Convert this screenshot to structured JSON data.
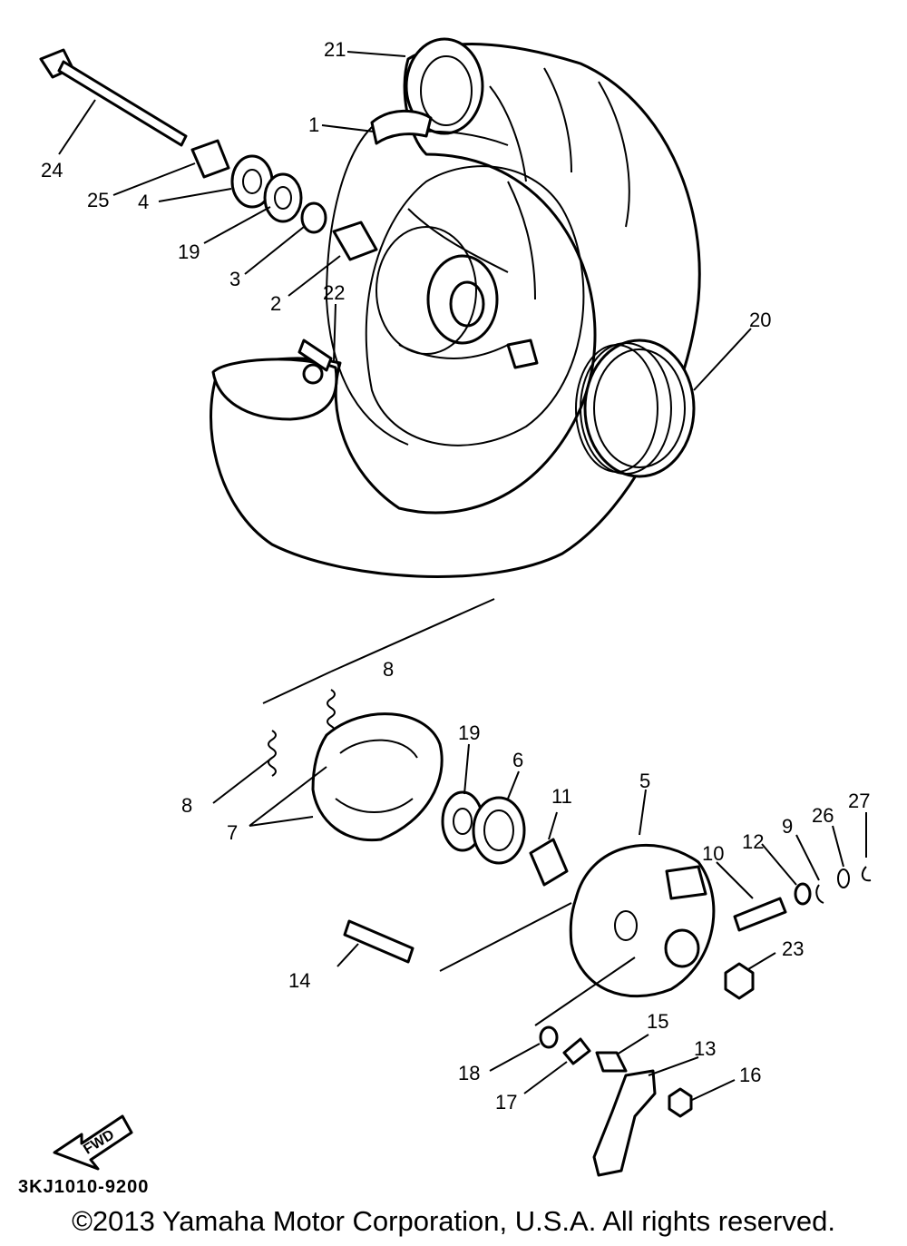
{
  "diagram": {
    "callouts": [
      {
        "id": "c21",
        "text": "21"
      },
      {
        "id": "c1",
        "text": "1"
      },
      {
        "id": "c24",
        "text": "24"
      },
      {
        "id": "c25",
        "text": "25"
      },
      {
        "id": "c4",
        "text": "4"
      },
      {
        "id": "c19a",
        "text": "19"
      },
      {
        "id": "c3",
        "text": "3"
      },
      {
        "id": "c2",
        "text": "2"
      },
      {
        "id": "c22",
        "text": "22"
      },
      {
        "id": "c20",
        "text": "20"
      },
      {
        "id": "c8a",
        "text": "8"
      },
      {
        "id": "c8b",
        "text": "8"
      },
      {
        "id": "c19b",
        "text": "19"
      },
      {
        "id": "c6",
        "text": "6"
      },
      {
        "id": "c11",
        "text": "11"
      },
      {
        "id": "c5",
        "text": "5"
      },
      {
        "id": "c7",
        "text": "7"
      },
      {
        "id": "c9",
        "text": "9"
      },
      {
        "id": "c26",
        "text": "26"
      },
      {
        "id": "c27",
        "text": "27"
      },
      {
        "id": "c12",
        "text": "12"
      },
      {
        "id": "c10",
        "text": "10"
      },
      {
        "id": "c23",
        "text": "23"
      },
      {
        "id": "c14",
        "text": "14"
      },
      {
        "id": "c15",
        "text": "15"
      },
      {
        "id": "c13",
        "text": "13"
      },
      {
        "id": "c16",
        "text": "16"
      },
      {
        "id": "c18",
        "text": "18"
      },
      {
        "id": "c17",
        "text": "17"
      }
    ],
    "fwd_label": "FWD",
    "document_code": "3KJ1010-9200",
    "copyright": "©2013 Yamaha Motor Corporation, U.S.A. All rights reserved."
  }
}
